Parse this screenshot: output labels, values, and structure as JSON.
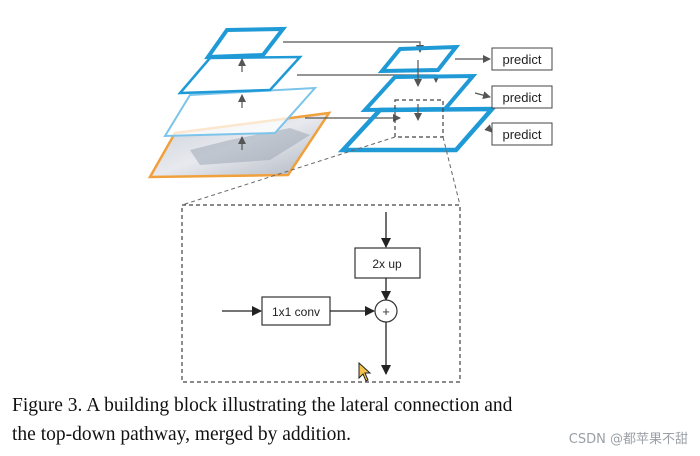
{
  "figure": {
    "predict_labels": [
      "predict",
      "predict",
      "predict"
    ],
    "block": {
      "upsample_label": "2x up",
      "conv_label": "1x1 conv",
      "add_symbol": "+"
    }
  },
  "caption": {
    "line1": "Figure 3. A building block illustrating the lateral connection and",
    "line2": "the top-down pathway, merged by addition."
  },
  "watermark": "CSDN @都苹果不甜",
  "colors": {
    "pyramid_blue": "#1f9ad6",
    "light_blue": "#7cc4ea",
    "image_orange": "#f0a03c",
    "arrow": "#555555"
  }
}
